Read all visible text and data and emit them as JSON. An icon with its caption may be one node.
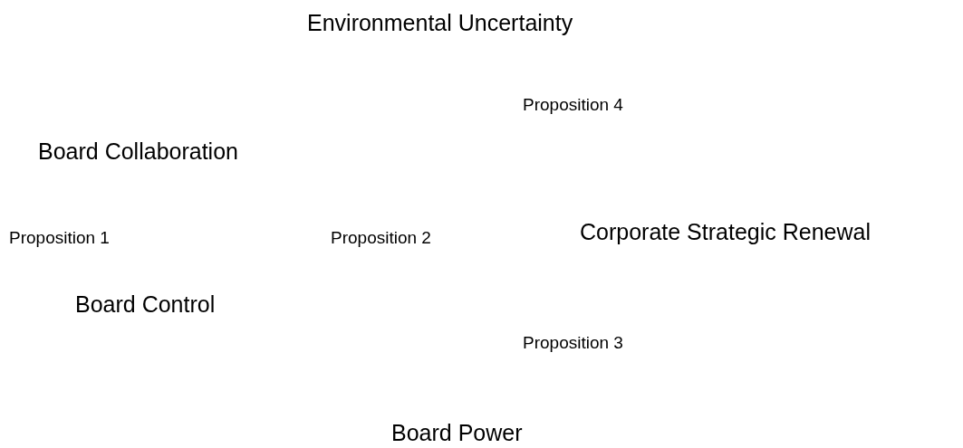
{
  "diagram": {
    "labels": [
      "Environmental Uncertainty",
      "Proposition 4",
      "Board Collaboration",
      "Proposition 1",
      "Proposition 2",
      "Corporate Strategic Renewal",
      "Board Control",
      "Proposition 3",
      "Board Power"
    ]
  }
}
